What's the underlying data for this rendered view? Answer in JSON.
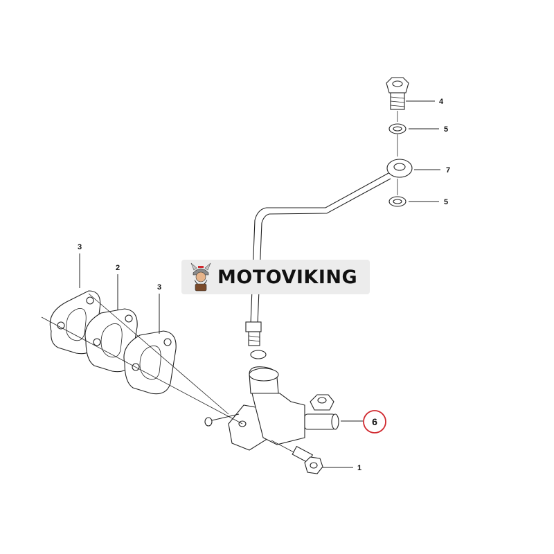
{
  "callouts": {
    "c1": "1",
    "c2": "2",
    "c3a": "3",
    "c3b": "3",
    "c4": "4",
    "c5a": "5",
    "c5b": "5",
    "c6": "6",
    "c7": "7"
  },
  "watermark": {
    "text": "MOTOVIKING"
  },
  "colors": {
    "highlight_ring": "#d0282e",
    "ink": "#222222"
  }
}
